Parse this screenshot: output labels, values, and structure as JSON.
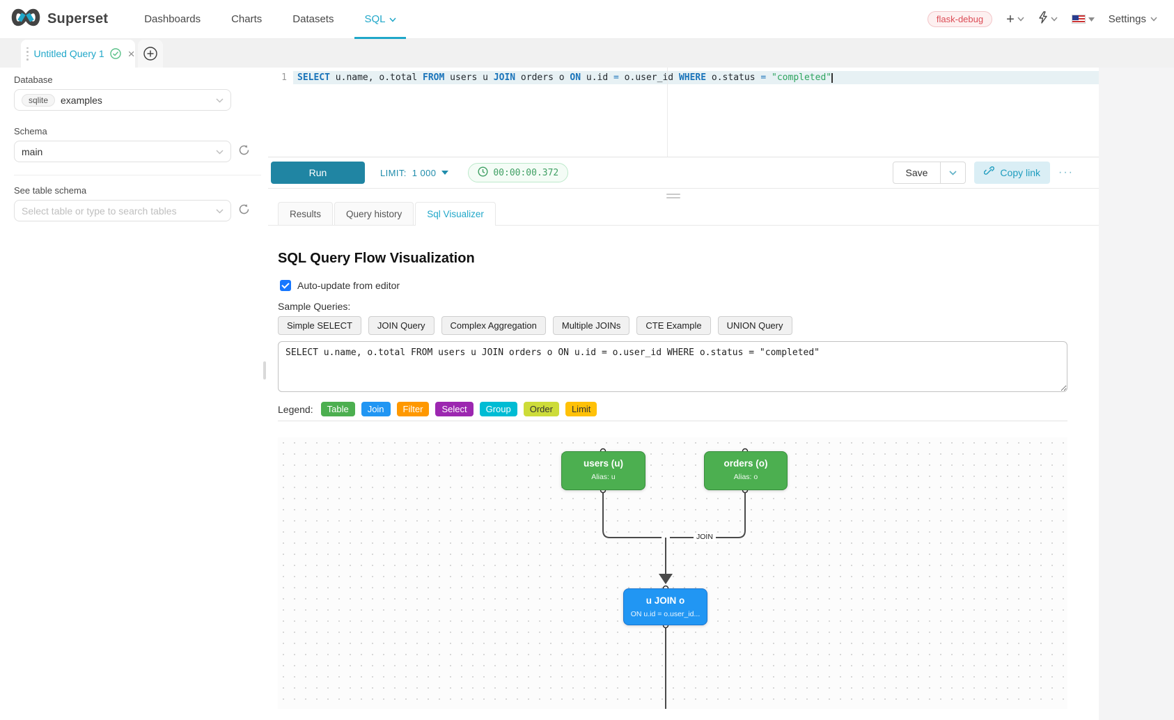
{
  "theme": {
    "accent": "#20a7c9",
    "success": "#3f9f63",
    "danger": "#dc4c56",
    "keyword_blue": "#1a74ba",
    "string_green": "#2ea45f"
  },
  "navbar": {
    "brand": "Superset",
    "items": [
      {
        "label": "Dashboards"
      },
      {
        "label": "Charts"
      },
      {
        "label": "Datasets"
      },
      {
        "label": "SQL"
      }
    ],
    "environment_badge": "flask-debug",
    "settings_label": "Settings"
  },
  "query_tabs": {
    "active_tab": "Untitled Query 1"
  },
  "sidebar": {
    "database_label": "Database",
    "database_tag": "sqlite",
    "database_value": "examples",
    "schema_label": "Schema",
    "schema_value": "main",
    "table_label": "See table schema",
    "table_placeholder": "Select table or type to search tables"
  },
  "editor": {
    "line_number": "1",
    "tokens": [
      {
        "text": "SELECT",
        "type": "kw"
      },
      {
        "text": " u.name, o.total ",
        "type": "d"
      },
      {
        "text": "FROM",
        "type": "kw"
      },
      {
        "text": " users u ",
        "type": "d"
      },
      {
        "text": "JOIN",
        "type": "kw"
      },
      {
        "text": " orders o ",
        "type": "d"
      },
      {
        "text": "ON",
        "type": "kw"
      },
      {
        "text": " u.id ",
        "type": "d"
      },
      {
        "text": "=",
        "type": "op"
      },
      {
        "text": " o.user_id ",
        "type": "d"
      },
      {
        "text": "WHERE",
        "type": "kw"
      },
      {
        "text": " o.status ",
        "type": "d"
      },
      {
        "text": "=",
        "type": "op"
      },
      {
        "text": " ",
        "type": "d"
      },
      {
        "text": "\"completed\"",
        "type": "str"
      }
    ]
  },
  "toolbar": {
    "run_label": "Run",
    "limit_label": "LIMIT:",
    "limit_value": "1 000",
    "timer": "00:00:00.372",
    "save_label": "Save",
    "copy_link_label": "Copy link",
    "more_label": "···"
  },
  "result_tabs": {
    "results": "Results",
    "query_history": "Query history",
    "sql_visualizer": "Sql Visualizer"
  },
  "visualizer": {
    "title": "SQL Query Flow Visualization",
    "auto_update_label": "Auto-update from editor",
    "auto_update_checked": true,
    "sample_queries_label": "Sample Queries:",
    "sample_queries": [
      "Simple SELECT",
      "JOIN Query",
      "Complex Aggregation",
      "Multiple JOINs",
      "CTE Example",
      "UNION Query"
    ],
    "query_text": "SELECT u.name, o.total FROM users u JOIN orders o ON u.id = o.user_id WHERE o.status = \"completed\"",
    "legend_label": "Legend:",
    "legend": [
      {
        "label": "Table",
        "color": "#4CAF50",
        "text_color": "#ffffff"
      },
      {
        "label": "Join",
        "color": "#2196F3",
        "text_color": "#ffffff"
      },
      {
        "label": "Filter",
        "color": "#FF9800",
        "text_color": "#ffffff"
      },
      {
        "label": "Select",
        "color": "#9C27B0",
        "text_color": "#ffffff"
      },
      {
        "label": "Group",
        "color": "#00BCD4",
        "text_color": "#ffffff"
      },
      {
        "label": "Order",
        "color": "#CDDC39",
        "text_color": "#333333"
      },
      {
        "label": "Limit",
        "color": "#FFC107",
        "text_color": "#333333"
      }
    ],
    "flow": {
      "nodes": [
        {
          "id": "users",
          "title": "users (u)",
          "subtitle": "Alias: u",
          "type": "table",
          "color": "#4CAF50"
        },
        {
          "id": "orders",
          "title": "orders (o)",
          "subtitle": "Alias: o",
          "type": "table",
          "color": "#4CAF50"
        },
        {
          "id": "join",
          "title": "u JOIN o",
          "subtitle": "ON u.id = o.user_id...",
          "type": "join",
          "color": "#2196F3"
        }
      ],
      "edge_label": "JOIN"
    }
  }
}
